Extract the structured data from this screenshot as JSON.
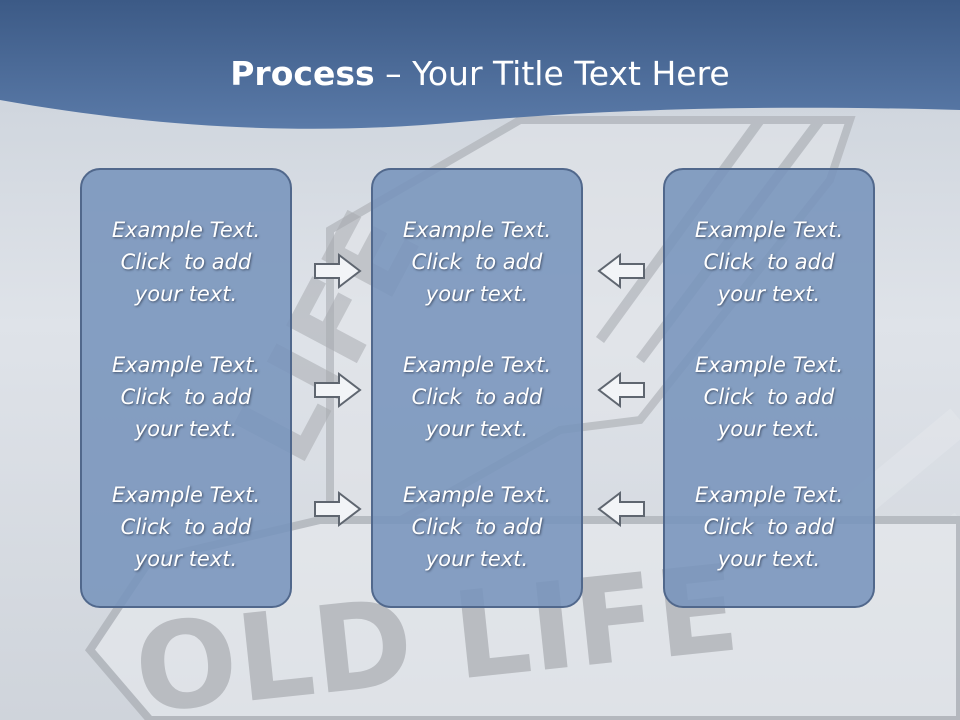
{
  "title": {
    "bold": "Process",
    "rest": " – Your Title Text Here"
  },
  "columns": [
    {
      "items": [
        {
          "line1": "Example Text.",
          "line2": "Click  to add",
          "line3": "your text."
        },
        {
          "line1": "Example Text.",
          "line2": "Click  to add",
          "line3": "your text."
        },
        {
          "line1": "Example Text.",
          "line2": "Click  to add",
          "line3": "your text."
        }
      ]
    },
    {
      "items": [
        {
          "line1": "Example Text.",
          "line2": "Click  to add",
          "line3": "your text."
        },
        {
          "line1": "Example Text.",
          "line2": "Click  to add",
          "line3": "your text."
        },
        {
          "line1": "Example Text.",
          "line2": "Click  to add",
          "line3": "your text."
        }
      ]
    },
    {
      "items": [
        {
          "line1": "Example Text.",
          "line2": "Click  to add",
          "line3": "your text."
        },
        {
          "line1": "Example Text.",
          "line2": "Click  to add",
          "line3": "your text."
        },
        {
          "line1": "Example Text.",
          "line2": "Click  to add",
          "line3": "your text."
        }
      ]
    }
  ],
  "background": {
    "sign_text": "OLD LIFE",
    "sign_partial_text": "LIFE"
  },
  "arrows": {
    "left_group_icon": "arrow-right-outline-icon",
    "right_group_icon": "arrow-left-outline-icon"
  },
  "colors": {
    "header": "#4a6a98",
    "box_fill": "#7894bc",
    "box_border": "#51688c",
    "text": "#ffffff"
  }
}
